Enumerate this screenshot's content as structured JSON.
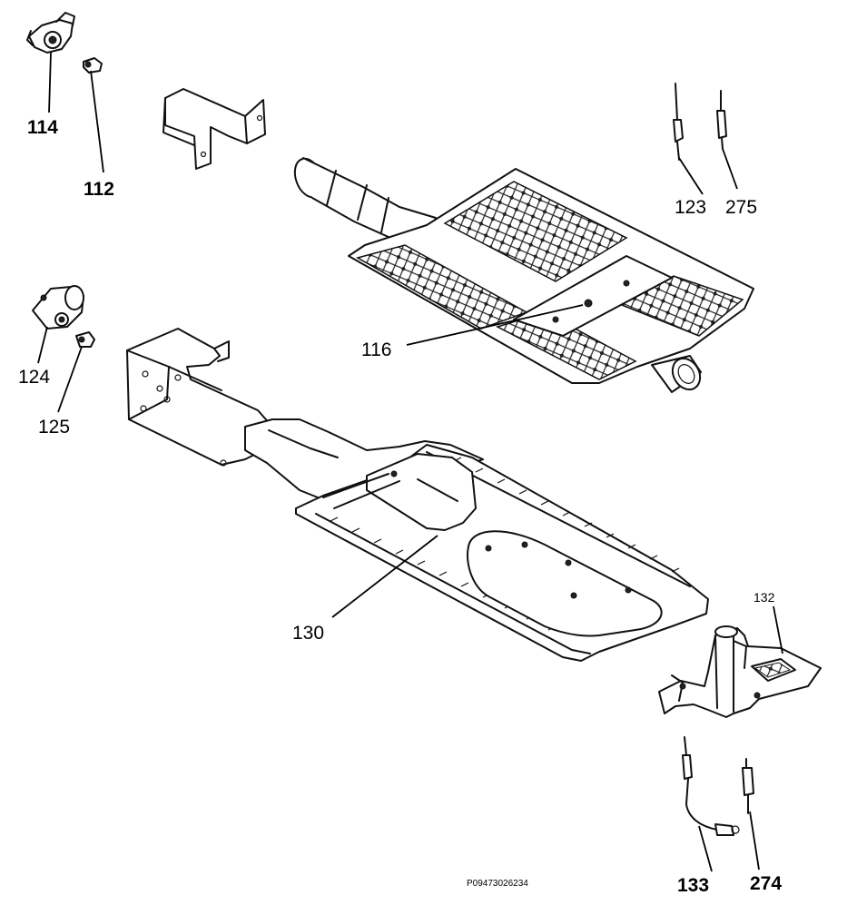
{
  "callouts": {
    "c114": "114",
    "c112": "112",
    "c123": "123",
    "c275": "275",
    "c116": "116",
    "c124": "124",
    "c125": "125",
    "c130": "130",
    "c132": "132",
    "c133": "133",
    "c274": "274"
  },
  "drawing_ref": "P09473026234"
}
